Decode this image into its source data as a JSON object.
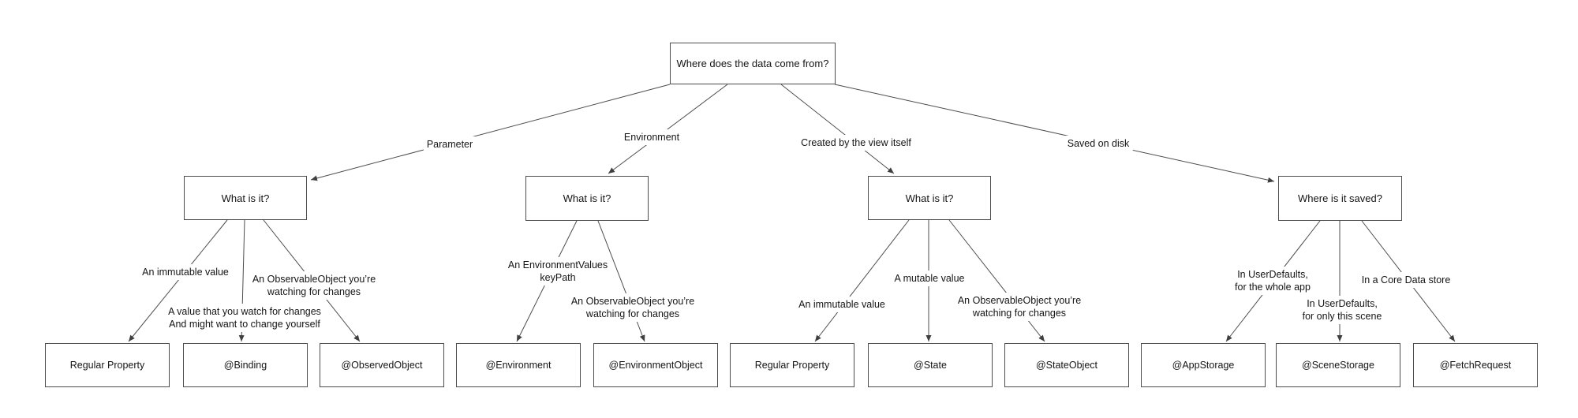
{
  "diagram_title": "Where does the data come from?",
  "nodes": {
    "root": {
      "label": "Where does the data come from?"
    },
    "mid": [
      {
        "label": "What is it?"
      },
      {
        "label": "What is it?"
      },
      {
        "label": "What is it?"
      },
      {
        "label": "Where is it saved?"
      }
    ],
    "leaves": [
      {
        "label": "Regular Property"
      },
      {
        "label": "@Binding"
      },
      {
        "label": "@ObservedObject"
      },
      {
        "label": "@Environment"
      },
      {
        "label": "@EnvironmentObject"
      },
      {
        "label": "Regular Property"
      },
      {
        "label": "@State"
      },
      {
        "label": "@StateObject"
      },
      {
        "label": "@AppStorage"
      },
      {
        "label": "@SceneStorage"
      },
      {
        "label": "@FetchRequest"
      }
    ]
  },
  "edge_labels": {
    "parameter": "Parameter",
    "environment": "Environment",
    "created_by_view": "Created by the view itself",
    "saved_on_disk": "Saved on disk",
    "p_immutable": "An immutable value",
    "p_watch": "A value that you watch for changes\nAnd might want to change yourself",
    "p_observable": "An ObservableObject you’re\nwatching for changes",
    "e_keypath": "An EnvironmentValues\nkeyPath",
    "e_observable": "An ObservableObject you’re\nwatching for changes",
    "v_immutable": "An immutable value",
    "v_mutable": "A mutable value",
    "v_observable": "An ObservableObject you’re\nwatching for changes",
    "s_userdefaults_app": "In UserDefaults,\nfor the whole app",
    "s_userdefaults_scene": "In UserDefaults,\nfor only this scene",
    "s_coredata": "In a Core Data store"
  },
  "colors": {
    "background": "#ffffff",
    "box_border": "#4d4d4d",
    "line": "#4d4d4d",
    "text": "#151515"
  }
}
